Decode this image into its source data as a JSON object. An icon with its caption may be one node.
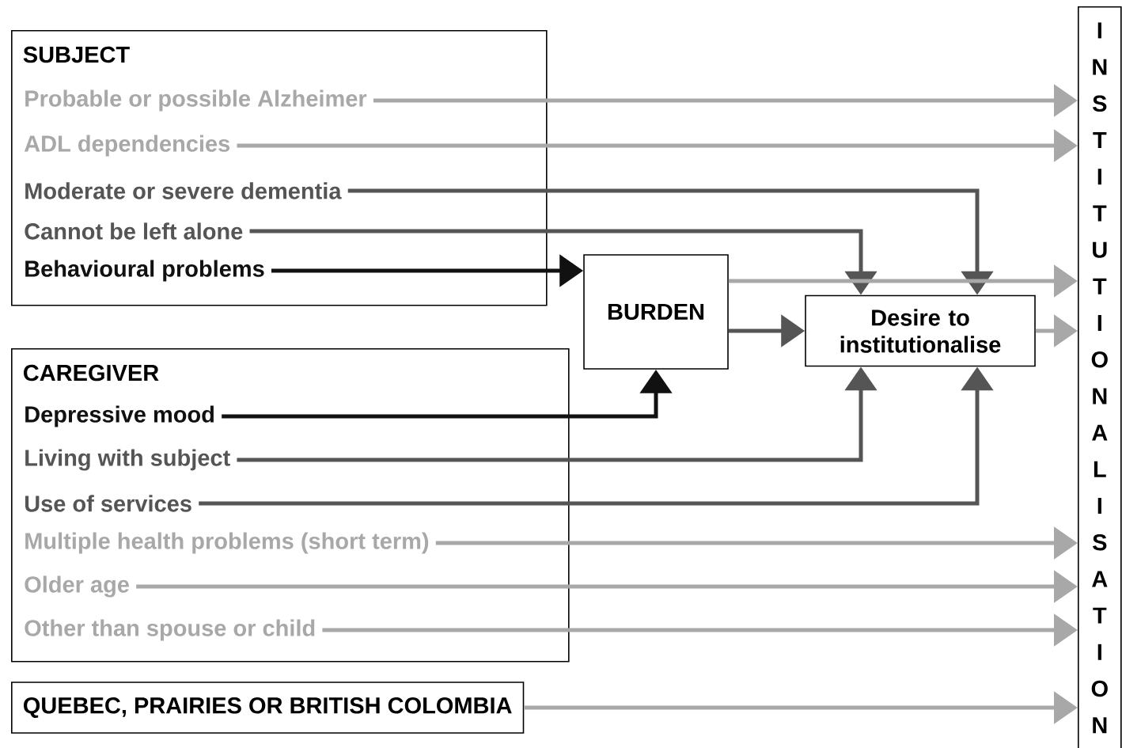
{
  "diagram": {
    "nodes": [
      {
        "text": [
          "SUBJECT"
        ]
      },
      {
        "text": [
          "Probable or possible Alzheimer"
        ],
        "in": 0
      },
      {
        "text": [
          "ADL dependencies"
        ],
        "in": 0
      },
      {
        "text": [
          "Moderate or severe dementia"
        ],
        "in": 0
      },
      {
        "text": [
          "Cannot be left alone"
        ],
        "in": 0
      },
      {
        "text": [
          "Behavioural problems"
        ],
        "in": 0
      },
      {
        "text": [
          "BURDEN"
        ]
      },
      {
        "text": [
          "Desire to institutionalise"
        ]
      },
      {
        "text": [
          "CAREGIVER"
        ]
      },
      {
        "text": [
          "Depressive mood"
        ],
        "in": 8
      },
      {
        "text": [
          "Living with subject"
        ],
        "in": 8
      },
      {
        "text": [
          "Use of services"
        ],
        "in": 8
      },
      {
        "text": [
          "Multiple health problems (short term)"
        ],
        "in": 8
      },
      {
        "text": [
          "Older age"
        ],
        "in": 8
      },
      {
        "text": [
          "Other than spouse or child"
        ],
        "in": 8
      },
      {
        "text": [
          "QUEBEC, PRAIRIES OR BRITISH COLOMBIA"
        ]
      },
      {
        "text": [
          "INSTITUTIONALISATION"
        ]
      }
    ],
    "edges": [
      {
        "from": 1,
        "to": 16,
        "arrow": "to"
      },
      {
        "from": 2,
        "to": 16,
        "arrow": "to"
      },
      {
        "from": 3,
        "to": 7,
        "arrow": "to",
        "color": "#555555"
      },
      {
        "from": 4,
        "to": 7,
        "arrow": "to",
        "color": "#555555"
      },
      {
        "from": 5,
        "to": 6,
        "arrow": "to",
        "color": "#111111"
      },
      {
        "from": 6,
        "to": 16,
        "arrow": "to"
      },
      {
        "from": 6,
        "to": 7,
        "arrow": "to",
        "color": "#555555"
      },
      {
        "from": 7,
        "to": 16,
        "arrow": "to"
      },
      {
        "from": 9,
        "to": 6,
        "arrow": "to",
        "color": "#111111"
      },
      {
        "from": 10,
        "to": 7,
        "arrow": "to",
        "color": "#555555"
      },
      {
        "from": 11,
        "to": 7,
        "arrow": "to",
        "color": "#555555"
      },
      {
        "from": 12,
        "to": 16,
        "arrow": "to"
      },
      {
        "from": 13,
        "to": 16,
        "arrow": "to"
      },
      {
        "from": 14,
        "to": 16,
        "arrow": "to"
      },
      {
        "from": 15,
        "to": 16,
        "arrow": "to"
      }
    ]
  }
}
